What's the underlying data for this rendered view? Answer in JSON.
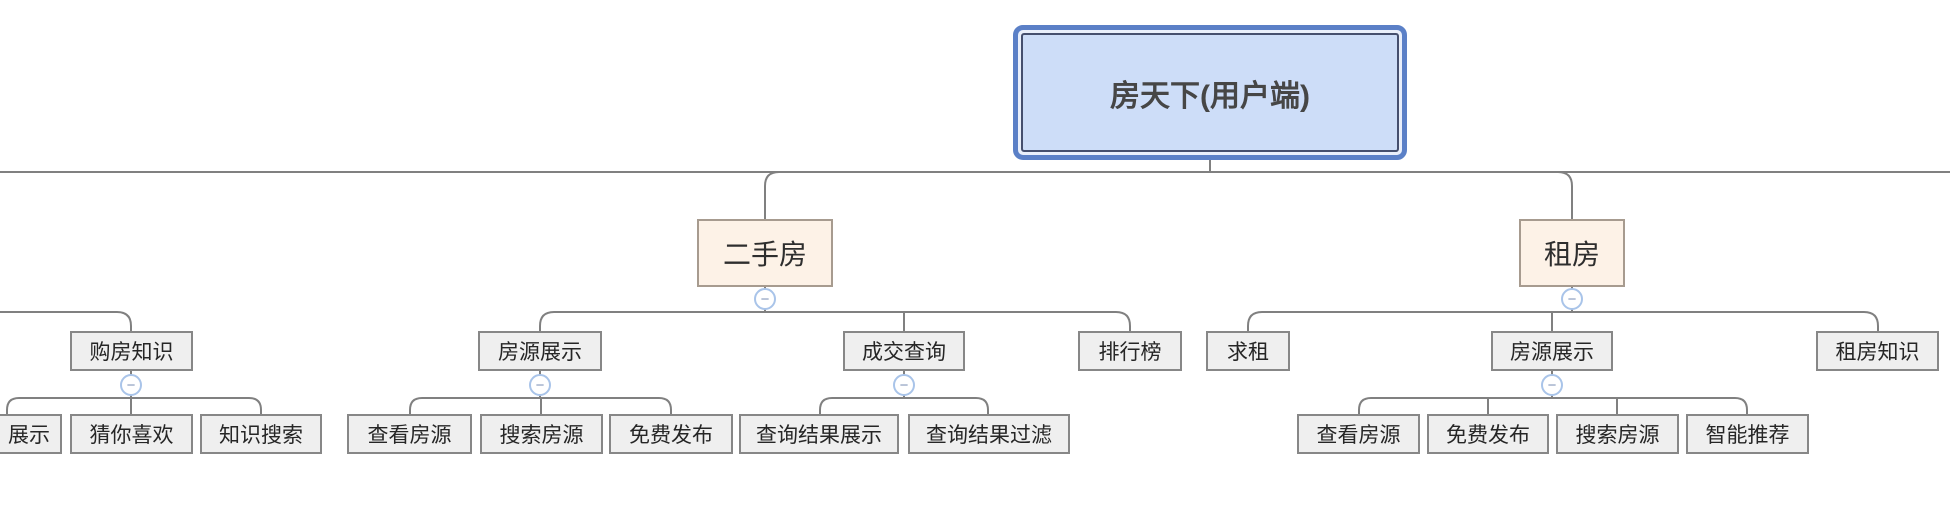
{
  "diagram": {
    "icons": {
      "collapse": "−"
    },
    "colors": {
      "root_fill": "#cdddf8",
      "root_border": "#5b80c7",
      "root_inner_border": "#454f6e",
      "branch_fill": "#fdf2e7",
      "branch_border": "#a79b8f",
      "topic_fill": "#efefef",
      "topic_border": "#878787",
      "line": "#808080",
      "collapse_border": "#a9c4e9"
    },
    "root": {
      "label": "房天下(用户端)"
    },
    "left_branch": {
      "label": "购房知识",
      "children": [
        {
          "label": "展示"
        },
        {
          "label": "猜你喜欢"
        },
        {
          "label": "知识搜索"
        }
      ]
    },
    "branches": [
      {
        "label": "二手房",
        "children": [
          {
            "label": "房源展示",
            "children": [
              {
                "label": "查看房源"
              },
              {
                "label": "搜索房源"
              },
              {
                "label": "免费发布"
              }
            ]
          },
          {
            "label": "成交查询",
            "children": [
              {
                "label": "查询结果展示"
              },
              {
                "label": "查询结果过滤"
              }
            ]
          },
          {
            "label": "排行榜",
            "children": []
          }
        ]
      },
      {
        "label": "租房",
        "children": [
          {
            "label": "求租",
            "children": []
          },
          {
            "label": "房源展示",
            "children": [
              {
                "label": "查看房源"
              },
              {
                "label": "免费发布"
              },
              {
                "label": "搜索房源"
              },
              {
                "label": "智能推荐"
              }
            ]
          },
          {
            "label": "租房知识",
            "children": []
          }
        ]
      }
    ]
  }
}
